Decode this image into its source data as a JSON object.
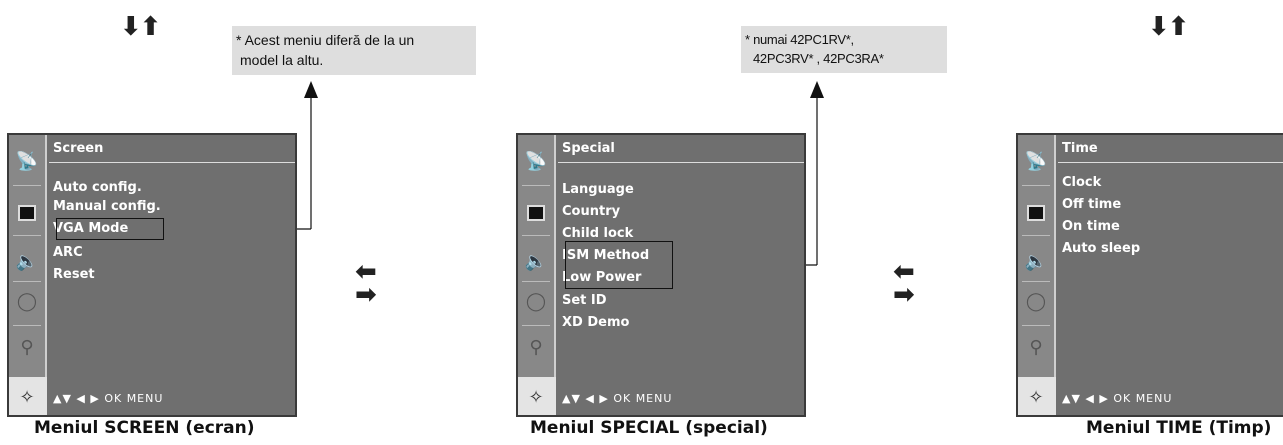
{
  "symbols": {
    "up_down": "⬇⬆",
    "left": "⬅",
    "right": "➡"
  },
  "notes": {
    "screen": {
      "line1": "* Acest meniu diferă de la un",
      "line2": "model la altu."
    },
    "special": {
      "line1": "* numai 42PC1RV*,",
      "line2": "42PC3RV* , 42PC3RA*"
    }
  },
  "menus": {
    "screen": {
      "title": "Screen",
      "items": [
        "Auto config.",
        "Manual config.",
        "VGA Mode",
        "ARC",
        "Reset"
      ],
      "nav": "▲▼  ◀ ▶  OK  MENU"
    },
    "special": {
      "title": "Special",
      "items": [
        "Language",
        "Country",
        "Child lock",
        "ISM Method",
        "Low Power",
        "Set ID",
        "XD Demo"
      ],
      "nav": "▲▼  ◀ ▶  OK  MENU"
    },
    "time": {
      "title": "Time",
      "items": [
        "Clock",
        "Off time",
        "On time",
        "Auto sleep"
      ],
      "nav": "▲▼  ◀ ▶  OK  MENU"
    }
  },
  "captions": {
    "screen": "Meniul SCREEN (ecran)",
    "special": "Meniul SPECIAL (special)",
    "time": "Meniul TIME (Timp)"
  }
}
